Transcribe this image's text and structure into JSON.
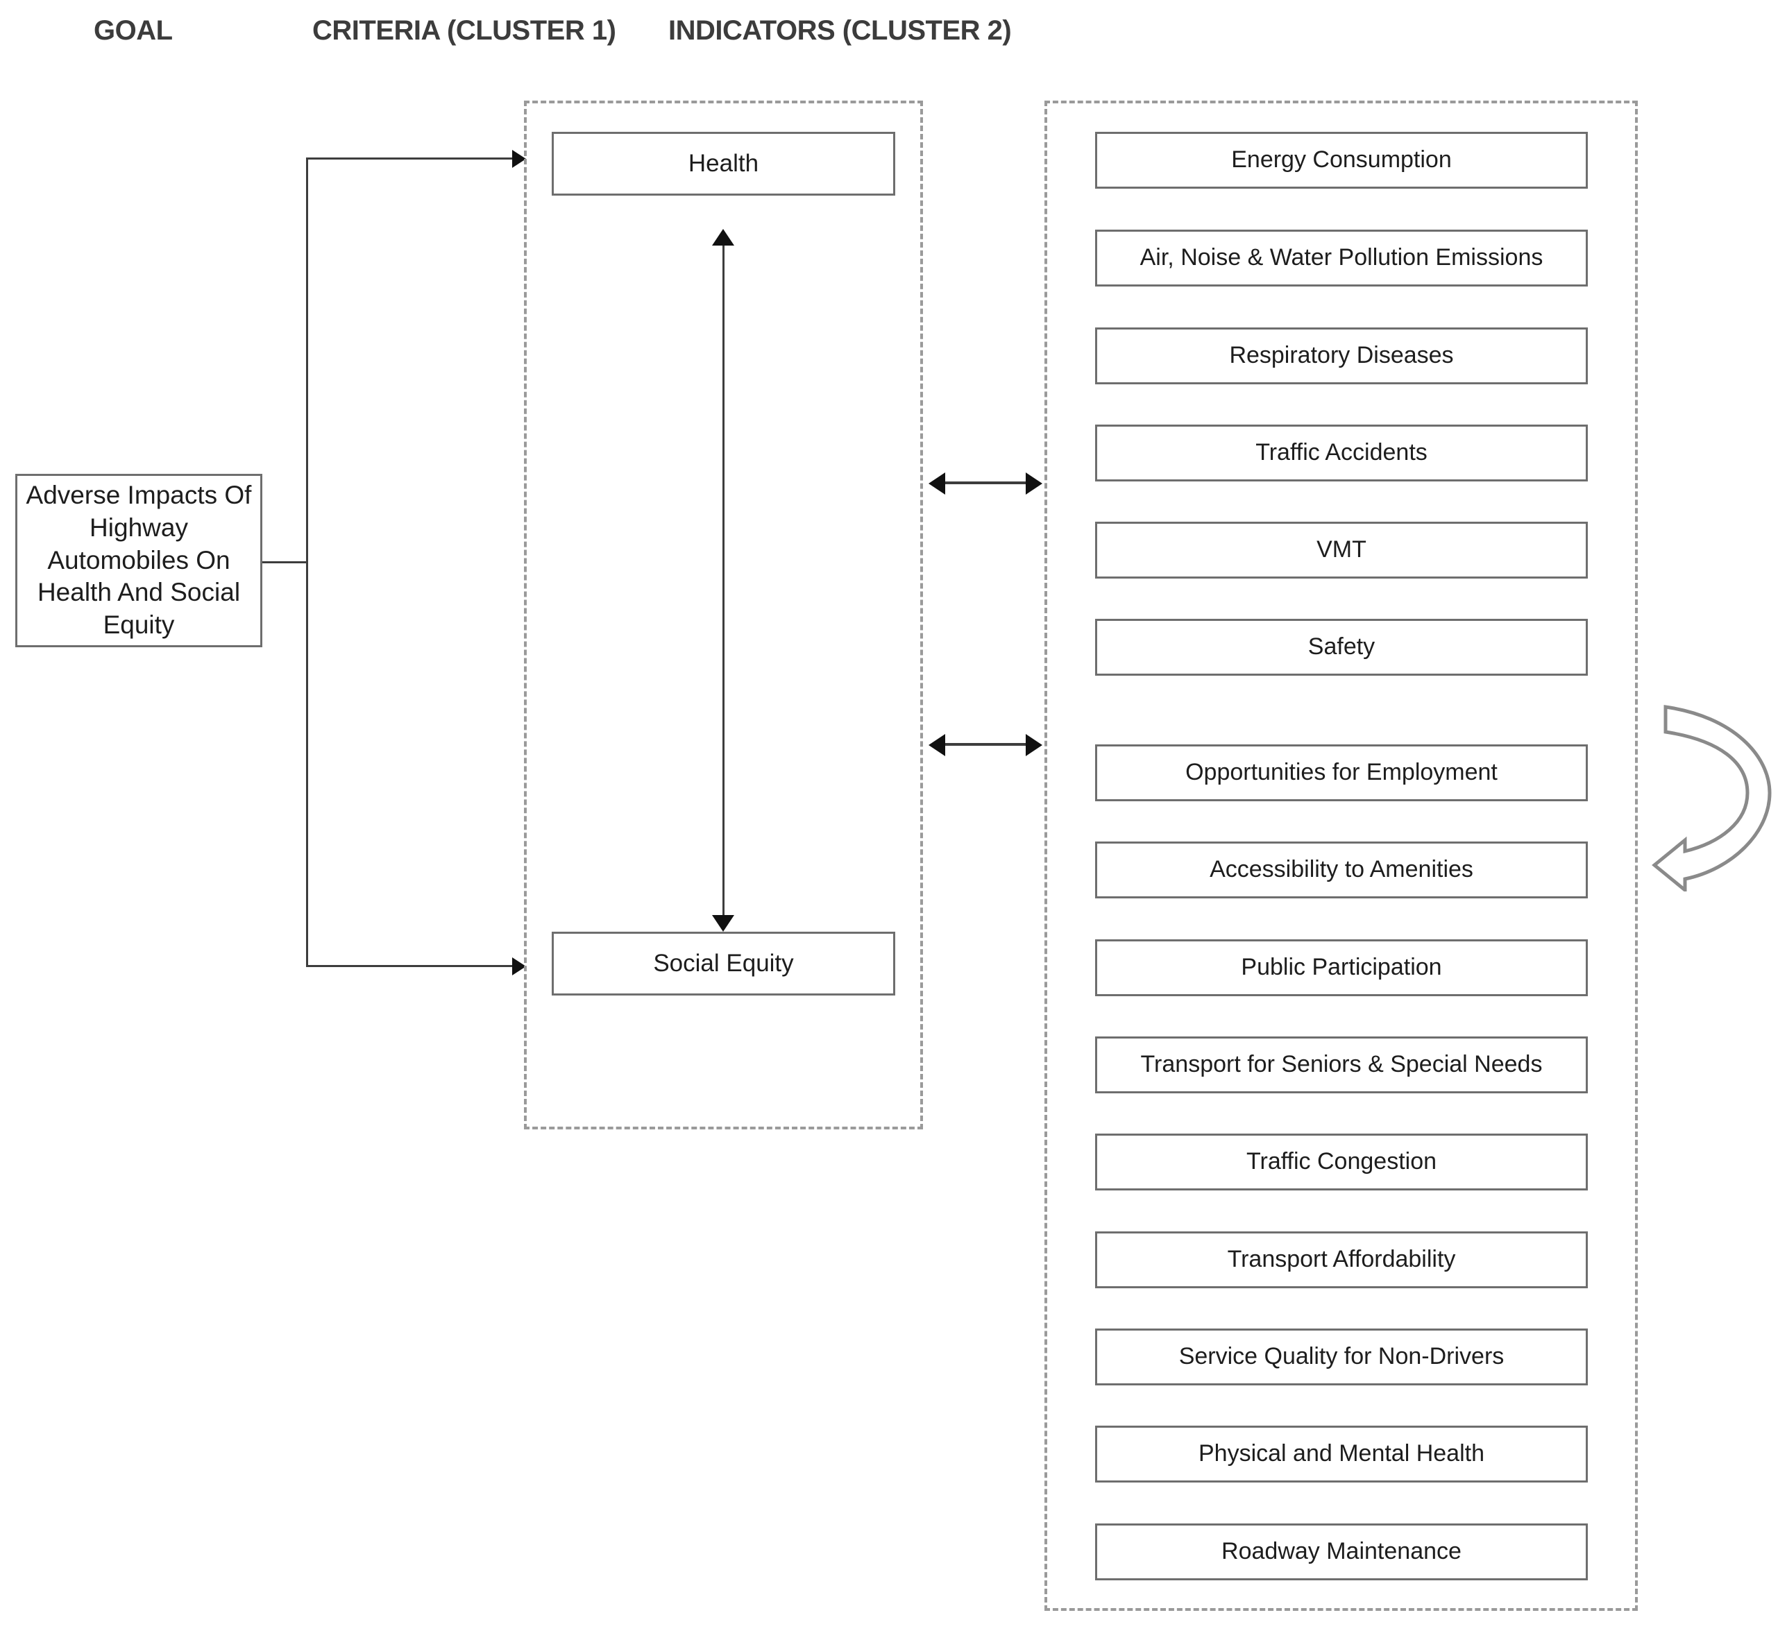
{
  "headers": {
    "goal": "GOAL",
    "criteria": "CRITERIA (CLUSTER 1)",
    "indicators": "INDICATORS (CLUSTER 2)"
  },
  "goal": {
    "label": "Adverse Impacts Of Highway Automobiles On Health And Social Equity"
  },
  "criteria": {
    "cluster_label": "CRITERIA (CLUSTER 1)",
    "items": [
      {
        "label": "Health"
      },
      {
        "label": "Social Equity"
      }
    ]
  },
  "indicators": {
    "cluster_label": "INDICATORS (CLUSTER 2)",
    "health_group": [
      {
        "label": "Energy Consumption"
      },
      {
        "label": "Air, Noise & Water Pollution Emissions"
      },
      {
        "label": "Respiratory Diseases"
      },
      {
        "label": "Traffic Accidents"
      },
      {
        "label": "VMT"
      },
      {
        "label": "Safety"
      }
    ],
    "equity_group": [
      {
        "label": "Opportunities for Employment"
      },
      {
        "label": "Accessibility to Amenities"
      },
      {
        "label": "Public Participation"
      },
      {
        "label": "Transport for Seniors & Special Needs"
      },
      {
        "label": "Traffic Congestion"
      },
      {
        "label": "Transport Affordability"
      },
      {
        "label": "Service Quality for Non-Drivers"
      },
      {
        "label": "Physical and Mental Health"
      },
      {
        "label": "Roadway Maintenance"
      }
    ]
  },
  "connectors": {
    "goal_to_health": "arrow",
    "goal_to_equity": "arrow",
    "health_equity_vertical": "double-arrow",
    "health_to_indicators": "double-arrow",
    "equity_to_indicators": "double-arrow",
    "feedback_loop": "curved-loop-arrow"
  },
  "colors": {
    "box_border": "#6e6e6e",
    "cluster_border": "#9a9a9a",
    "text": "#1d1d1d",
    "header_text": "#3c3c3c",
    "arrow": "#111111",
    "background": "#ffffff"
  }
}
